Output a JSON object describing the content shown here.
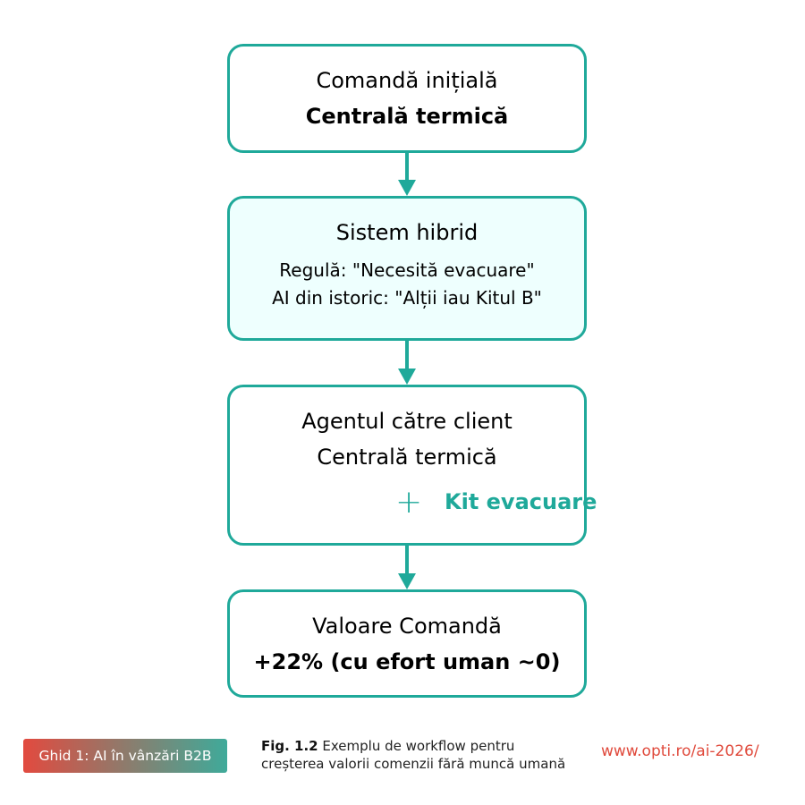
{
  "colors": {
    "accent": "#1fa99a",
    "highlight_fill": "#eefffe",
    "url_color": "#e04a3c",
    "badge_gradient": [
      "#e24a3f",
      "#3faa9a"
    ]
  },
  "flow": {
    "steps": [
      {
        "id": "initial-order",
        "title": "Comandă inițială",
        "subtitle": "Centrală termică"
      },
      {
        "id": "hybrid-system",
        "title": "Sistem hibrid",
        "lines": [
          "Regulă: \"Necesită evacuare\"",
          "AI din istoric: \"Alții iau Kitul B\""
        ]
      },
      {
        "id": "agent-to-client",
        "title": "Agentul către client",
        "subtitle": "Centrală termică",
        "plus_icon": "+",
        "addon": "Kit evacuare"
      },
      {
        "id": "order-value",
        "title": "Valoare Comandă",
        "subtitle": "+22% (cu efort uman ~0)"
      }
    ]
  },
  "footer": {
    "badge": "Ghid 1: AI în vânzări B2B",
    "caption_label": "Fig. 1.2",
    "caption_line1": "Exemplu de workflow pentru",
    "caption_line2": "creșterea valorii comenzii fără muncă umană",
    "url": "www.opti.ro/ai-2026/"
  }
}
